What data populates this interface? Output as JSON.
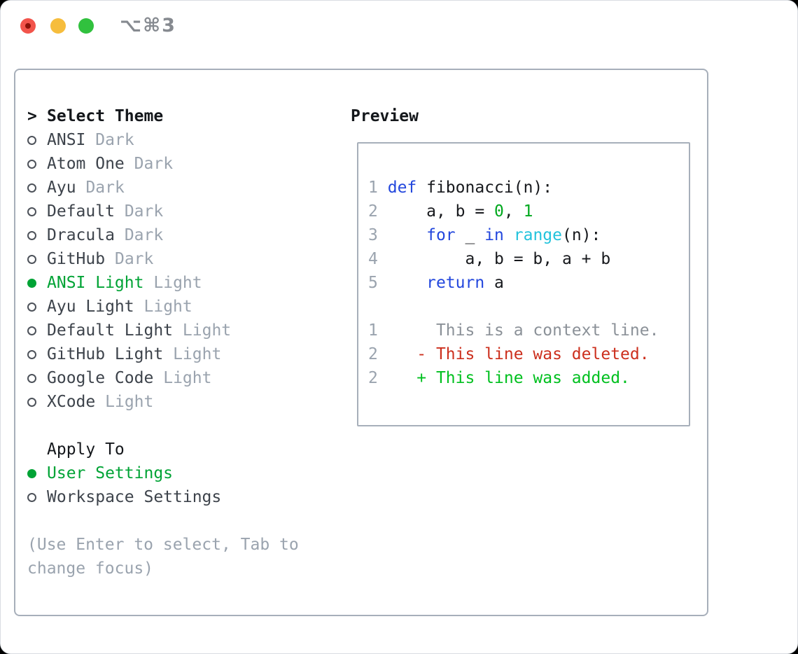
{
  "window": {
    "title": "⌥⌘3"
  },
  "titlebar": {
    "buttons": [
      "close",
      "minimize",
      "zoom"
    ]
  },
  "theme_picker": {
    "prompt": ">",
    "title": "Select Theme",
    "items": [
      {
        "name": "ANSI",
        "variant": "Dark",
        "selected": false
      },
      {
        "name": "Atom One",
        "variant": "Dark",
        "selected": false
      },
      {
        "name": "Ayu",
        "variant": "Dark",
        "selected": false
      },
      {
        "name": "Default",
        "variant": "Dark",
        "selected": false
      },
      {
        "name": "Dracula",
        "variant": "Dark",
        "selected": false
      },
      {
        "name": "GitHub",
        "variant": "Dark",
        "selected": false
      },
      {
        "name": "ANSI Light",
        "variant": "Light",
        "selected": true
      },
      {
        "name": "Ayu Light",
        "variant": "Light",
        "selected": false
      },
      {
        "name": "Default Light",
        "variant": "Light",
        "selected": false
      },
      {
        "name": "GitHub Light",
        "variant": "Light",
        "selected": false
      },
      {
        "name": "Google Code",
        "variant": "Light",
        "selected": false
      },
      {
        "name": "XCode",
        "variant": "Light",
        "selected": false
      }
    ],
    "apply_to": {
      "title": "Apply To",
      "options": [
        {
          "label": "User Settings",
          "selected": true
        },
        {
          "label": "Workspace Settings",
          "selected": false
        }
      ]
    },
    "hint": "(Use Enter to select, Tab to change focus)"
  },
  "preview": {
    "title": "Preview",
    "code_lines": [
      {
        "num": "1",
        "segments": [
          {
            "text": " ",
            "color": "plain"
          },
          {
            "text": "def",
            "color": "keyword"
          },
          {
            "text": " fibonacci(n):",
            "color": "plain"
          }
        ]
      },
      {
        "num": "2",
        "segments": [
          {
            "text": "     a, b = ",
            "color": "plain"
          },
          {
            "text": "0",
            "color": "number"
          },
          {
            "text": ", ",
            "color": "plain"
          },
          {
            "text": "1",
            "color": "number"
          }
        ]
      },
      {
        "num": "3",
        "segments": [
          {
            "text": "     ",
            "color": "plain"
          },
          {
            "text": "for",
            "color": "keyword"
          },
          {
            "text": " _ ",
            "color": "plain"
          },
          {
            "text": "in",
            "color": "keyword"
          },
          {
            "text": " ",
            "color": "plain"
          },
          {
            "text": "range",
            "color": "builtin"
          },
          {
            "text": "(n):",
            "color": "plain"
          }
        ]
      },
      {
        "num": "4",
        "segments": [
          {
            "text": "         a, b = b, a + b",
            "color": "plain"
          }
        ]
      },
      {
        "num": "5",
        "segments": [
          {
            "text": "     ",
            "color": "plain"
          },
          {
            "text": "return",
            "color": "keyword"
          },
          {
            "text": " a",
            "color": "plain"
          }
        ]
      },
      {
        "num": "",
        "segments": []
      },
      {
        "num": "1",
        "segments": [
          {
            "text": "      This is a context line.",
            "color": "context"
          }
        ]
      },
      {
        "num": "2",
        "segments": [
          {
            "text": "    ",
            "color": "plain"
          },
          {
            "text": "- This line was deleted.",
            "color": "deleted"
          }
        ]
      },
      {
        "num": "2",
        "segments": [
          {
            "text": "    ",
            "color": "plain"
          },
          {
            "text": "+ This line was added.",
            "color": "added"
          }
        ]
      }
    ]
  },
  "colors": {
    "page_bg": "#000000",
    "window_bg": "#ffffff",
    "window_border": "#d9dde2",
    "box_border": "#a7afba",
    "titlebar_text": "#868a90",
    "traffic_red": "#f2544b",
    "traffic_red_dot": "#8c1209",
    "traffic_yellow": "#f6bd3d",
    "traffic_green": "#31c13e",
    "accent_green": "#00a335",
    "muted_gray": "#9aa3ae",
    "item_text": "#3d434b",
    "heading_text": "#14171b",
    "radio_ring": "#4d525a",
    "code": {
      "plain": "#17191d",
      "keyword": "#2347dd",
      "builtin": "#23c3dc",
      "number": "#00a81e",
      "line_number": "#9aa3ae",
      "context": "#8b9198",
      "deleted": "#cc2f1d",
      "added": "#00c01f"
    }
  }
}
